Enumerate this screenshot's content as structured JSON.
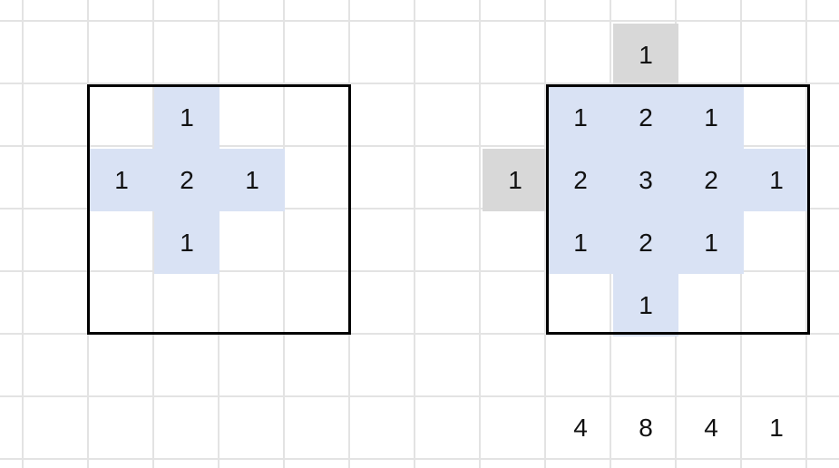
{
  "colors": {
    "highlight": "#d9e2f4",
    "outside": "#d8d8d8",
    "grid": "#e3e3e3",
    "frame": "#000000"
  },
  "left_grid": {
    "cells": [
      {
        "row": 0,
        "col": 1,
        "value": "1",
        "fill": "highlight"
      },
      {
        "row": 1,
        "col": 0,
        "value": "1",
        "fill": "highlight"
      },
      {
        "row": 1,
        "col": 1,
        "value": "2",
        "fill": "highlight"
      },
      {
        "row": 1,
        "col": 2,
        "value": "1",
        "fill": "highlight"
      },
      {
        "row": 2,
        "col": 1,
        "value": "1",
        "fill": "highlight"
      }
    ]
  },
  "right_grid": {
    "cells": [
      {
        "row": -1,
        "col": 1,
        "value": "1",
        "fill": "outside"
      },
      {
        "row": 0,
        "col": 0,
        "value": "1",
        "fill": "highlight"
      },
      {
        "row": 0,
        "col": 1,
        "value": "2",
        "fill": "highlight"
      },
      {
        "row": 0,
        "col": 2,
        "value": "1",
        "fill": "highlight"
      },
      {
        "row": 1,
        "col": -1,
        "value": "1",
        "fill": "outside"
      },
      {
        "row": 1,
        "col": 0,
        "value": "2",
        "fill": "highlight"
      },
      {
        "row": 1,
        "col": 1,
        "value": "3",
        "fill": "highlight"
      },
      {
        "row": 1,
        "col": 2,
        "value": "2",
        "fill": "highlight"
      },
      {
        "row": 1,
        "col": 3,
        "value": "1",
        "fill": "highlight"
      },
      {
        "row": 2,
        "col": 0,
        "value": "1",
        "fill": "highlight"
      },
      {
        "row": 2,
        "col": 1,
        "value": "2",
        "fill": "highlight"
      },
      {
        "row": 2,
        "col": 2,
        "value": "1",
        "fill": "highlight"
      },
      {
        "row": 3,
        "col": 1,
        "value": "1",
        "fill": "highlight"
      }
    ],
    "column_sums": [
      "4",
      "8",
      "4",
      "1"
    ]
  }
}
